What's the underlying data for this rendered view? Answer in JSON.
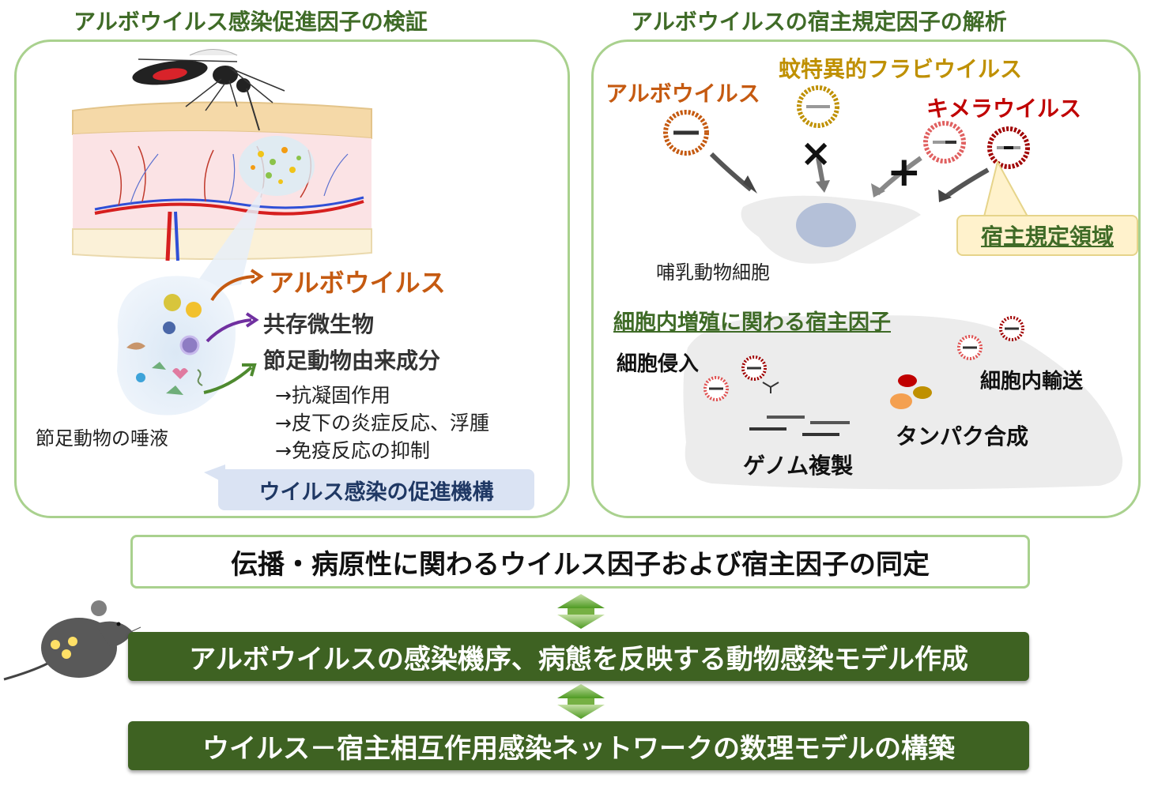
{
  "left": {
    "title": "アルボウイルス感染促進因子の検証",
    "saliva_label": "節足動物の唾液",
    "arrow1": "アルボウイルス",
    "arrow2": "共存微生物",
    "arrow3": "節足動物由来成分",
    "effects": [
      "→抗凝固作用",
      "→皮下の炎症反応、浮腫",
      "→免疫反応の抑制"
    ],
    "callout": "ウイルス感染の促進機構"
  },
  "right": {
    "title": "アルボウイルスの宿主規定因子の解析",
    "arbovirus": "アルボウイルス",
    "insect_virus": "蚊特異的フラビウイルス",
    "chimera": "キメラウイルス",
    "host_region": "宿主規定領域",
    "mammal_cell": "哺乳動物細胞",
    "section": "細胞内増殖に関わる宿主因子",
    "entry": "細胞侵入",
    "transport": "細胞内輸送",
    "protein": "タンパク合成",
    "genome": "ゲノム複製",
    "cross_mark": "×",
    "plus_mark": "+"
  },
  "bars": {
    "b1": "伝播・病原性に関わるウイルス因子および宿主因子の同定",
    "b2": "アルボウイルスの感染機序、病態を反映する動物感染モデル作成",
    "b3": "ウイルス－宿主相互作用感染ネットワークの数理モデルの構築"
  },
  "colors": {
    "title_green": "#3f6b27",
    "arbovirus_orange": "#c55a11",
    "insect_gold": "#bf9000",
    "chimera_red": "#c00000",
    "bar_dark": "#3e6222",
    "panel_border": "#a9d18e"
  }
}
